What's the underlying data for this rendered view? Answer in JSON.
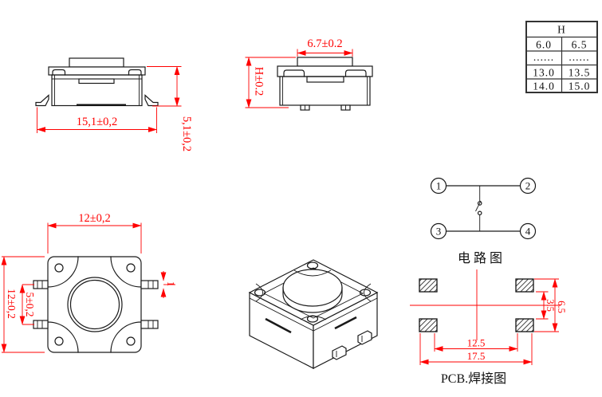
{
  "colors": {
    "dimension": "#ff0000",
    "line": "#1a1a1a",
    "background": "#ffffff"
  },
  "front_view": {
    "width_dim": "15,1±0,2",
    "height_dim": "5,1±0,2"
  },
  "side_view": {
    "knob_width_dim": "6.7±0.2",
    "height_dim": "H±0.2"
  },
  "height_table": {
    "header": "H",
    "rows": [
      [
        "6.0",
        "6.5"
      ],
      [
        "......",
        "......"
      ],
      [
        "13.0",
        "13.5"
      ],
      [
        "14.0",
        "15.0"
      ]
    ]
  },
  "top_view": {
    "width_dim": "12±0,2",
    "depth_dim": "12±0,2",
    "lead_pitch_dim": "5±0,2",
    "lead_width_dim": "1"
  },
  "circuit_diagram": {
    "pin_labels": [
      "1",
      "2",
      "3",
      "4"
    ],
    "caption": "电 路 图"
  },
  "pcb_layout": {
    "pad_inner_gap_dim": "3.5",
    "pad_outer_span_dim": "6.5",
    "pad_pitch_dim": "12.5",
    "pad_span_dim": "17.5",
    "caption": "PCB.焊接图"
  }
}
